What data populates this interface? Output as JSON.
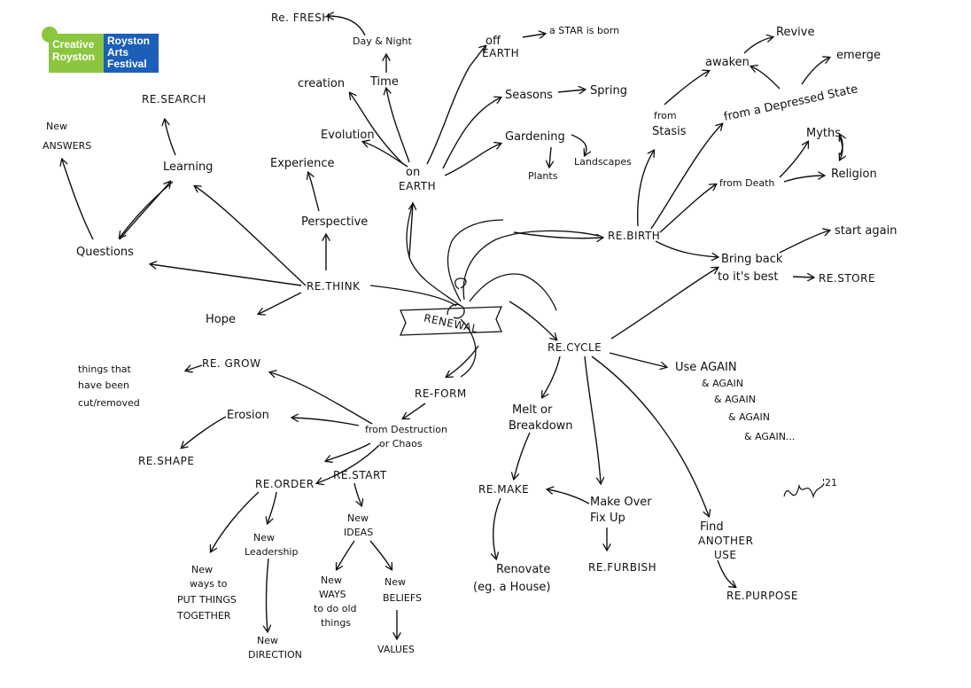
{
  "logo": {
    "left_line1": "Creative",
    "left_line2": "Royston",
    "right_line1": "Royston",
    "right_line2": "Arts",
    "right_line3": "Festival",
    "green": "#8cc63f",
    "blue": "#1c5fb8"
  },
  "center": "RENEWAL",
  "nodes": {
    "refresh": "Re. FRESH",
    "day_night": "Day & Night",
    "time": "Time",
    "creation": "creation",
    "evolution": "Evolution",
    "on": "on",
    "earth": "EARTH",
    "off": "off",
    "off_earth": "EARTH",
    "star_born": "a STAR is born",
    "seasons": "Seasons",
    "spring": "Spring",
    "gardening": "Gardening",
    "plants": "Plants",
    "landscapes": "Landscapes",
    "experience": "Experience",
    "perspective": "Perspective",
    "research": "RE.SEARCH",
    "new_answers_1": "New",
    "new_answers_2": "ANSWERS",
    "learning": "Learning",
    "questions": "Questions",
    "rethink": "RE.THINK",
    "hope": "Hope",
    "revive": "Revive",
    "awaken": "awaken",
    "emerge": "emerge",
    "from_stasis_1": "from",
    "from_stasis_2": "Stasis",
    "depressed": "from a Depressed State",
    "myths": "Myths",
    "religion": "Religion",
    "from_death": "from Death",
    "rebirth": "RE.BIRTH",
    "start_again": "start again",
    "bring_back_1": "Bring back",
    "bring_back_2": "to it's best",
    "restore": "RE.STORE",
    "regrow": "RE. GROW",
    "cut_1": "things that",
    "cut_2": "have been",
    "cut_3": "cut/removed",
    "reform": "RE-FORM",
    "erosion": "Erosion",
    "reshape": "RE.SHAPE",
    "destruction_1": "from Destruction",
    "destruction_2": "or Chaos",
    "reorder": "RE.ORDER",
    "restart": "RE.START",
    "new_ideas_1": "New",
    "new_ideas_2": "IDEAS",
    "new_leadership_1": "New",
    "new_leadership_2": "Leadership",
    "new_ways_put_1": "New",
    "new_ways_put_2": "ways to",
    "new_ways_put_3": "PUT THINGS",
    "new_ways_put_4": "TOGETHER",
    "new_direction_1": "New",
    "new_direction_2": "DIRECTION",
    "new_ways_do_1": "New",
    "new_ways_do_2": "WAYS",
    "new_ways_do_3": "to do old",
    "new_ways_do_4": "things",
    "new_beliefs_1": "New",
    "new_beliefs_2": "BELIEFS",
    "values": "VALUES",
    "recycle": "RE.CYCLE",
    "use_again_1": "Use AGAIN",
    "use_again_2": "& AGAIN",
    "use_again_3": "& AGAIN",
    "use_again_4": "& AGAIN",
    "use_again_5": "& AGAIN...",
    "melt_1": "Melt or",
    "melt_2": "Breakdown",
    "remake": "RE.MAKE",
    "makeover_1": "Make Over",
    "makeover_2": "Fix Up",
    "refurbish": "RE.FURBISH",
    "renovate_1": "Renovate",
    "renovate_2": "(eg. a House)",
    "find_use_1": "Find",
    "find_use_2": "ANOTHER",
    "find_use_3": "USE",
    "repurpose": "RE.PURPOSE",
    "signature": "'21"
  }
}
